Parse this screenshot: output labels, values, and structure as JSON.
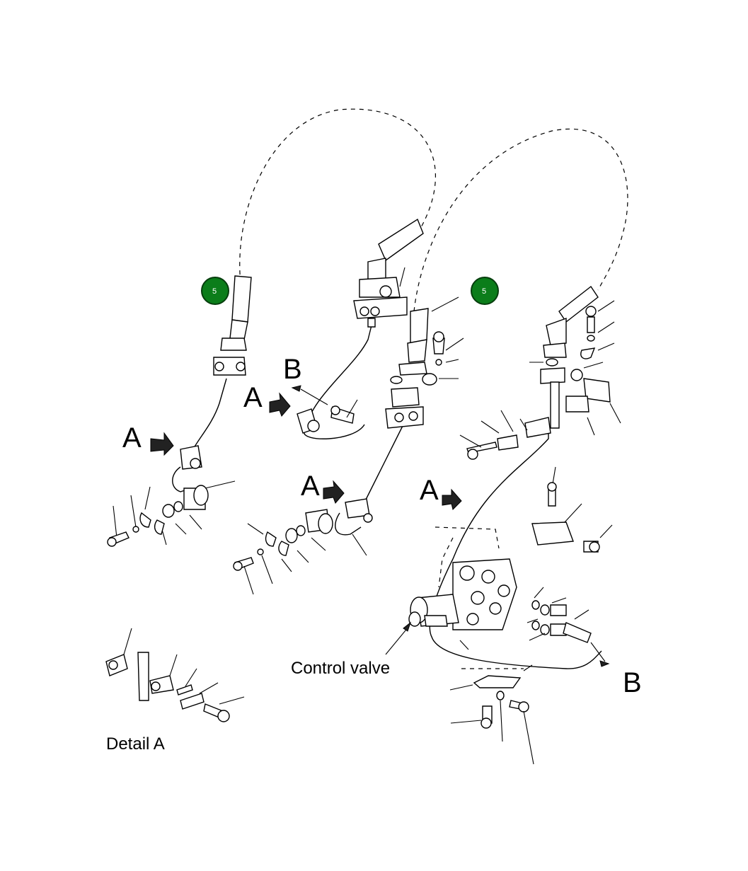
{
  "labels": {
    "a": "A",
    "b": "B",
    "control_valve": "Control valve",
    "detail_a": "Detail A"
  },
  "badges": [
    "5",
    "5"
  ],
  "colors": {
    "badge_fill": "#0b7d1a",
    "line": "#000000",
    "background": "#ffffff"
  }
}
